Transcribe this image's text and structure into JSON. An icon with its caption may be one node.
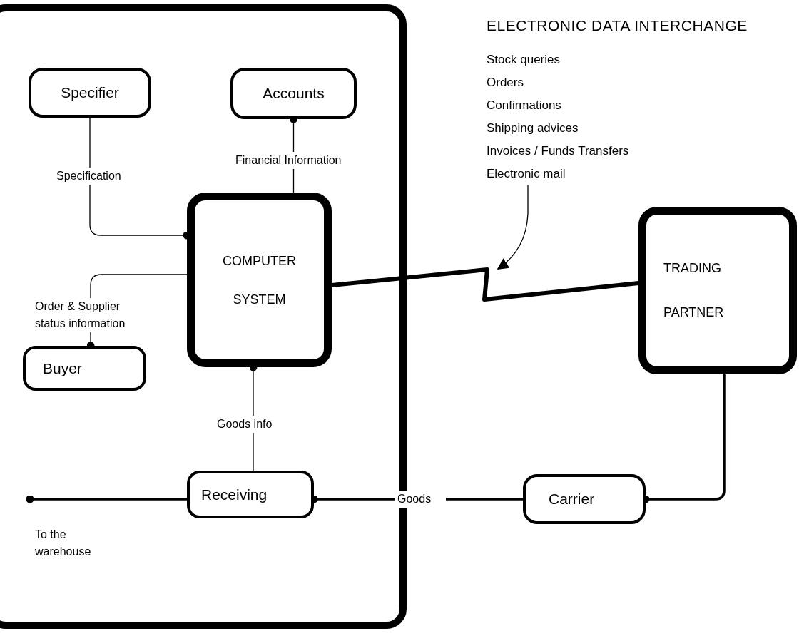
{
  "diagram": {
    "nodes": [
      {
        "text": [],
        "shape": "box"
      },
      {
        "text": [
          "Specifier"
        ],
        "in": 0
      },
      {
        "text": [
          "Accounts"
        ],
        "in": 0
      },
      {
        "text": [
          "COMPUTER SYSTEM"
        ],
        "in": 0
      },
      {
        "text": [
          "Buyer"
        ],
        "in": 0
      },
      {
        "text": [
          "Receiving"
        ],
        "in": 0
      },
      {
        "text": [
          "TRADING PARTNER"
        ]
      },
      {
        "text": [
          "Carrier"
        ]
      },
      {
        "text": [
          "ELECTRONIC DATA INTERCHANGE",
          "Stock queries",
          "Orders",
          "Confirmations",
          "Shipping advices",
          "Invoices / Funds Transfers",
          "Electronic mail"
        ]
      }
    ],
    "edges": [
      {
        "from": 1,
        "to": 3,
        "arrow": "other",
        "label": "Specification"
      },
      {
        "from": 3,
        "to": 2,
        "arrow": "other",
        "label": "Financial Information"
      },
      {
        "from": 3,
        "to": 4,
        "arrow": "other",
        "label": "Order & Supplier status information"
      },
      {
        "from": 5,
        "to": 3,
        "arrow": "other",
        "label": "Goods info"
      },
      {
        "from": 3,
        "to": 6,
        "arrow": "none",
        "style": "thick"
      },
      {
        "from": 7,
        "to": 5,
        "arrow": "other",
        "label": "Goods",
        "style": "thick"
      },
      {
        "from": 6,
        "to": 7,
        "arrow": "other",
        "style": "thick"
      },
      {
        "from": 5,
        "to": null,
        "arrow": "other",
        "label": "To the warehouse",
        "style": "thick"
      },
      {
        "from": 8,
        "to": null,
        "arrow": "to"
      }
    ]
  }
}
